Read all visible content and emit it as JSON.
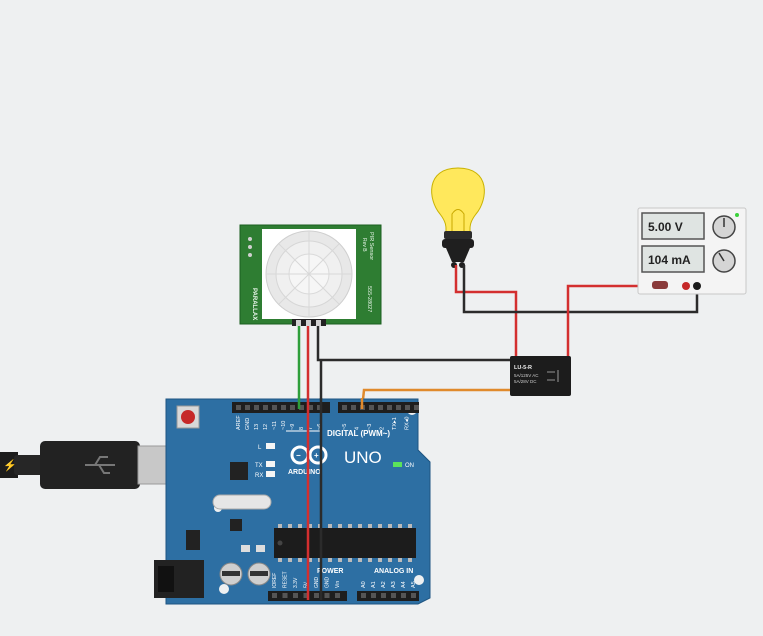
{
  "power_supply": {
    "voltage": "5.00 V",
    "current": "104 mA"
  },
  "relay": {
    "part": "LU-5-R",
    "rating_ac": "5A/125V AC",
    "rating_dc": "5A/28V DC"
  },
  "pir_sensor": {
    "brand": "PARALLAX",
    "model_line1": "PIR Sensor",
    "model_line2": "Rev B",
    "part_number": "555-28027"
  },
  "arduino": {
    "logo_text": "ARDUINO",
    "model": "UNO",
    "digital_label": "DIGITAL (PWM~)",
    "power_label": "POWER",
    "analog_label": "ANALOG IN",
    "on_label": "ON",
    "tx_label": "TX",
    "rx_label": "RX",
    "l_label": "L",
    "digital_pins": [
      "AREF",
      "GND",
      "13",
      "12",
      "~11",
      "~10",
      "~9",
      "8",
      "7",
      "~6",
      "~5",
      "4",
      "~3",
      "2",
      "TX▸1",
      "RX◂0"
    ],
    "power_pins": [
      "IOREF",
      "RESET",
      "3.3V",
      "5V",
      "GND",
      "GND",
      "Vin"
    ],
    "analog_pins": [
      "A0",
      "A1",
      "A2",
      "A3",
      "A4",
      "A5"
    ]
  },
  "colors": {
    "background": "#eef0f1",
    "board": "#2d6fa3",
    "pir_pcb": "#2e7d32",
    "wire_red": "#d32f2f",
    "wire_black": "#2b2b2b",
    "wire_green": "#2e9e3a",
    "wire_orange": "#e08a2c",
    "bulb": "#ffe85c"
  }
}
